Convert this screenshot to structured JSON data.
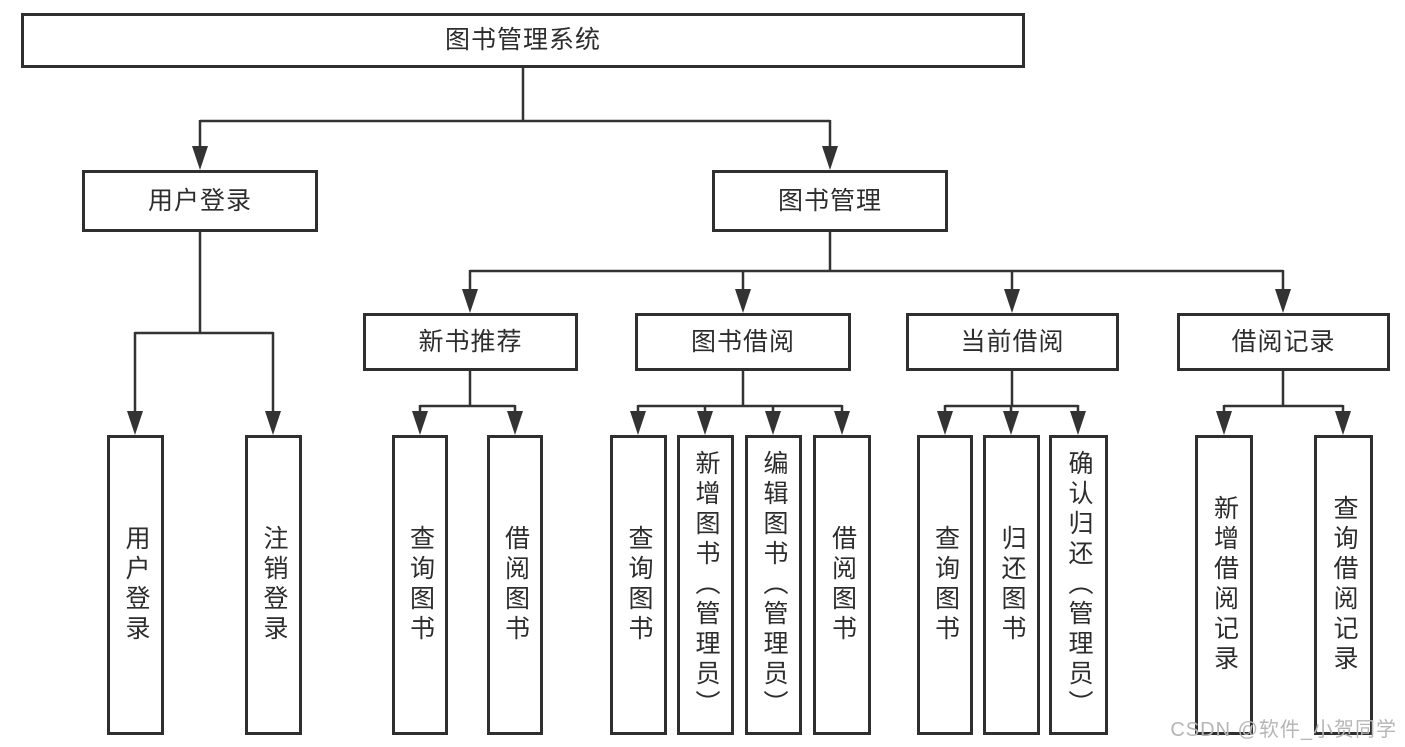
{
  "diagram": {
    "title": "图书管理系统",
    "root": {
      "label": "图书管理系统"
    },
    "level2": [
      {
        "label": "用户登录"
      },
      {
        "label": "图书管理"
      }
    ],
    "level3": [
      {
        "label": "新书推荐"
      },
      {
        "label": "图书借阅"
      },
      {
        "label": "当前借阅"
      },
      {
        "label": "借阅记录"
      }
    ],
    "leaf_groups": {
      "user_login": [
        "用户登录",
        "注销登录"
      ],
      "new_books": [
        "查询图书",
        "借阅图书"
      ],
      "book_borrow": [
        "查询图书",
        "新增图书（管理员）",
        "编辑图书（管理员）",
        "借阅图书"
      ],
      "current_borrow": [
        "查询图书",
        "归还图书",
        "确认归还（管理员）"
      ],
      "borrow_records": [
        "新增借阅记录",
        "查询借阅记录"
      ]
    }
  },
  "watermark": "CSDN @软件_小贺同学",
  "colors": {
    "line": "#333333",
    "box_border": "#2f2f2f",
    "text": "#2d2d2d",
    "watermark": "#b6b6b6",
    "background": "#ffffff"
  }
}
